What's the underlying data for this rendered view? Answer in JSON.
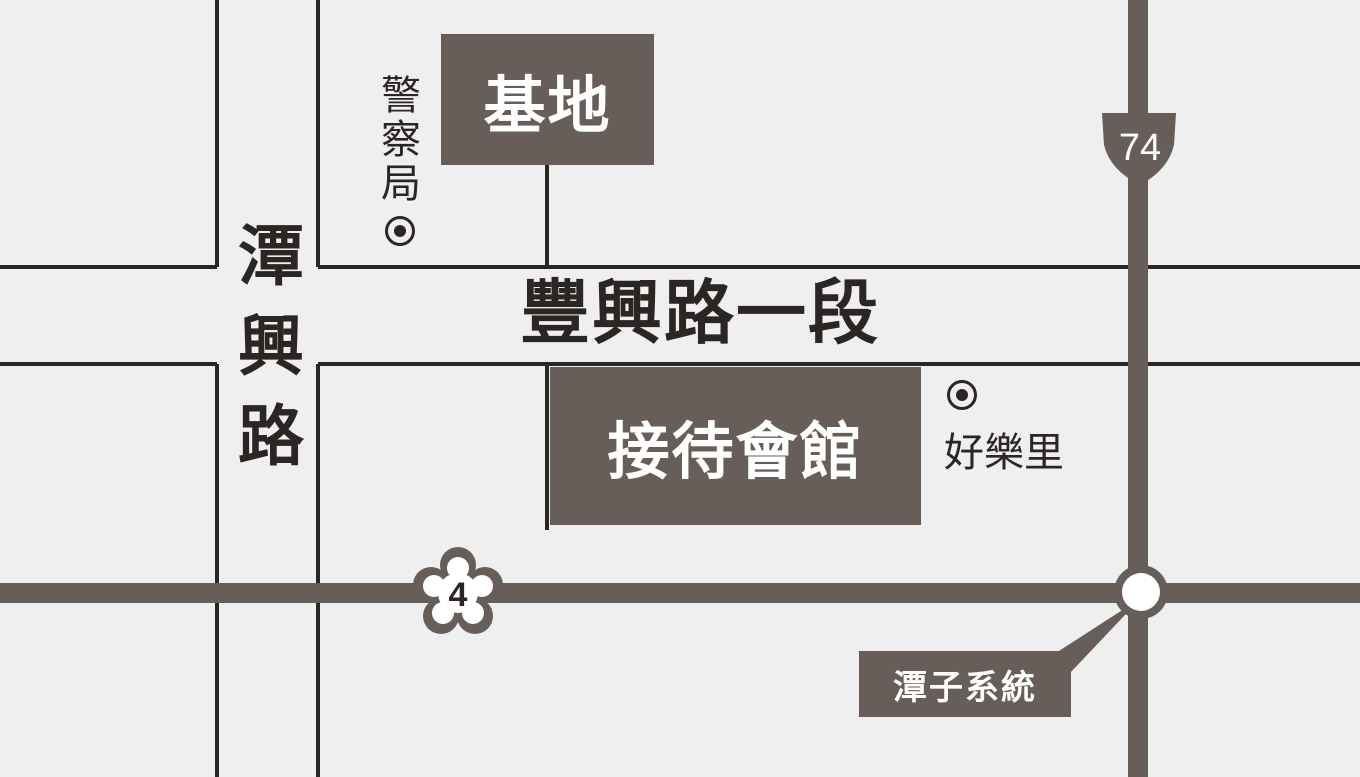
{
  "map": {
    "roads": {
      "main_east_west": "豐興路一段",
      "north_south": [
        "潭",
        "興",
        "路"
      ]
    },
    "places": {
      "site": "基地",
      "reception_hall": "接待會館",
      "interchange": "潭子系統"
    },
    "pois": {
      "police": [
        "警",
        "察",
        "局"
      ],
      "neighborhood": "好樂里"
    },
    "route_shields": {
      "highway": "74",
      "provincial": "4"
    },
    "colors": {
      "background": "#efefef",
      "road": "#675e59",
      "box": "#675e59",
      "text": "#2b2523",
      "box_text": "#ffffff"
    },
    "icons": [
      "poi-marker-icon",
      "highway-shield-icon",
      "provincial-shield-icon",
      "interchange-icon"
    ]
  }
}
